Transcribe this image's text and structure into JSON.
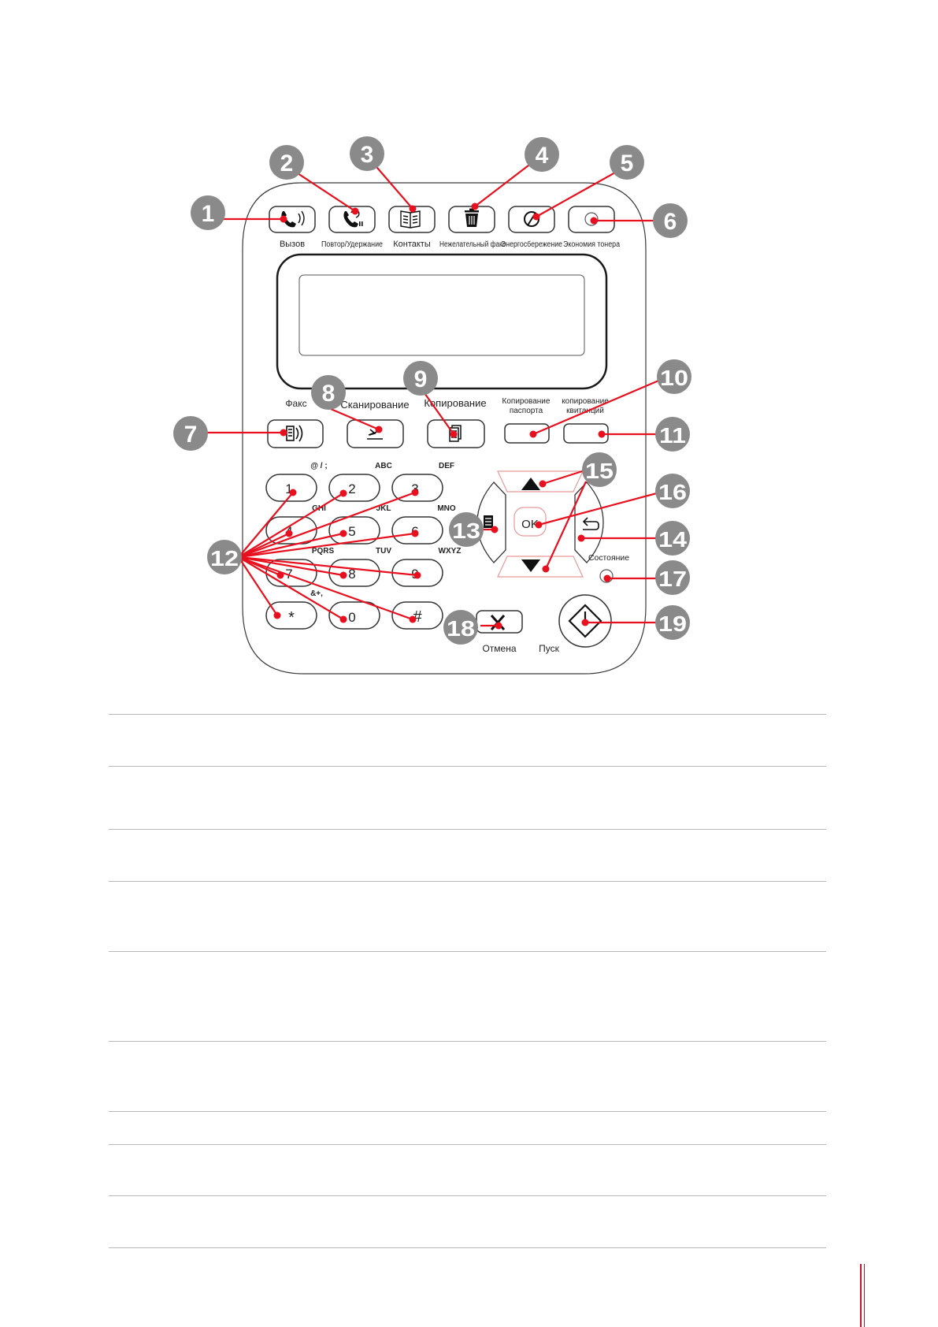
{
  "panel": {
    "top_buttons": [
      {
        "id": "call",
        "label": "Вызов",
        "icon": "handset-sound-icon"
      },
      {
        "id": "redial",
        "label": "Повтор/Удержание",
        "icon": "handset-redial-icon"
      },
      {
        "id": "contacts",
        "label": "Контакты",
        "icon": "book-icon"
      },
      {
        "id": "junk",
        "label": "Нежелательный факс",
        "icon": "trash-icon"
      },
      {
        "id": "power",
        "label": "Энергосбережение",
        "icon": "power-save-icon"
      },
      {
        "id": "toner",
        "label": "Экономия тонера",
        "icon": "toner-circle-icon"
      }
    ],
    "mode_buttons": [
      {
        "id": "fax",
        "label": "Факс",
        "icon": "fax-icon"
      },
      {
        "id": "scan",
        "label": "Сканирование",
        "icon": "scan-icon"
      },
      {
        "id": "copy",
        "label": "Копирование",
        "icon": "copy-icon"
      }
    ],
    "id_copy": {
      "label_line1": "Копирование",
      "label_line2": "паспорта"
    },
    "receipt_copy": {
      "label_line1": "копирование",
      "label_line2": "квитанций"
    },
    "keypad": {
      "keys": [
        {
          "key": "1",
          "letters": "@ / ;"
        },
        {
          "key": "2",
          "letters": "ABC"
        },
        {
          "key": "3",
          "letters": "DEF"
        },
        {
          "key": "4",
          "letters": "GHI"
        },
        {
          "key": "5",
          "letters": "JKL"
        },
        {
          "key": "6",
          "letters": "MNO"
        },
        {
          "key": "7",
          "letters": "PQRS"
        },
        {
          "key": "8",
          "letters": "TUV"
        },
        {
          "key": "9",
          "letters": "WXYZ"
        },
        {
          "key": "*",
          "letters": ""
        },
        {
          "key": "0",
          "letters": "&+,"
        },
        {
          "key": "#",
          "letters": ""
        }
      ]
    },
    "ok_label": "OK",
    "status_label": "Состояние",
    "cancel_label": "Отмена",
    "start_label": "Пуск"
  },
  "callouts": [
    "1",
    "2",
    "3",
    "4",
    "5",
    "6",
    "7",
    "8",
    "9",
    "10",
    "11",
    "12",
    "13",
    "14",
    "15",
    "16",
    "17",
    "18",
    "19"
  ],
  "colors": {
    "accent_red": "#e8101e",
    "callout_gray": "#8a8a8a",
    "outline": "#3a3a3a",
    "rule": "#b8b8b8"
  }
}
